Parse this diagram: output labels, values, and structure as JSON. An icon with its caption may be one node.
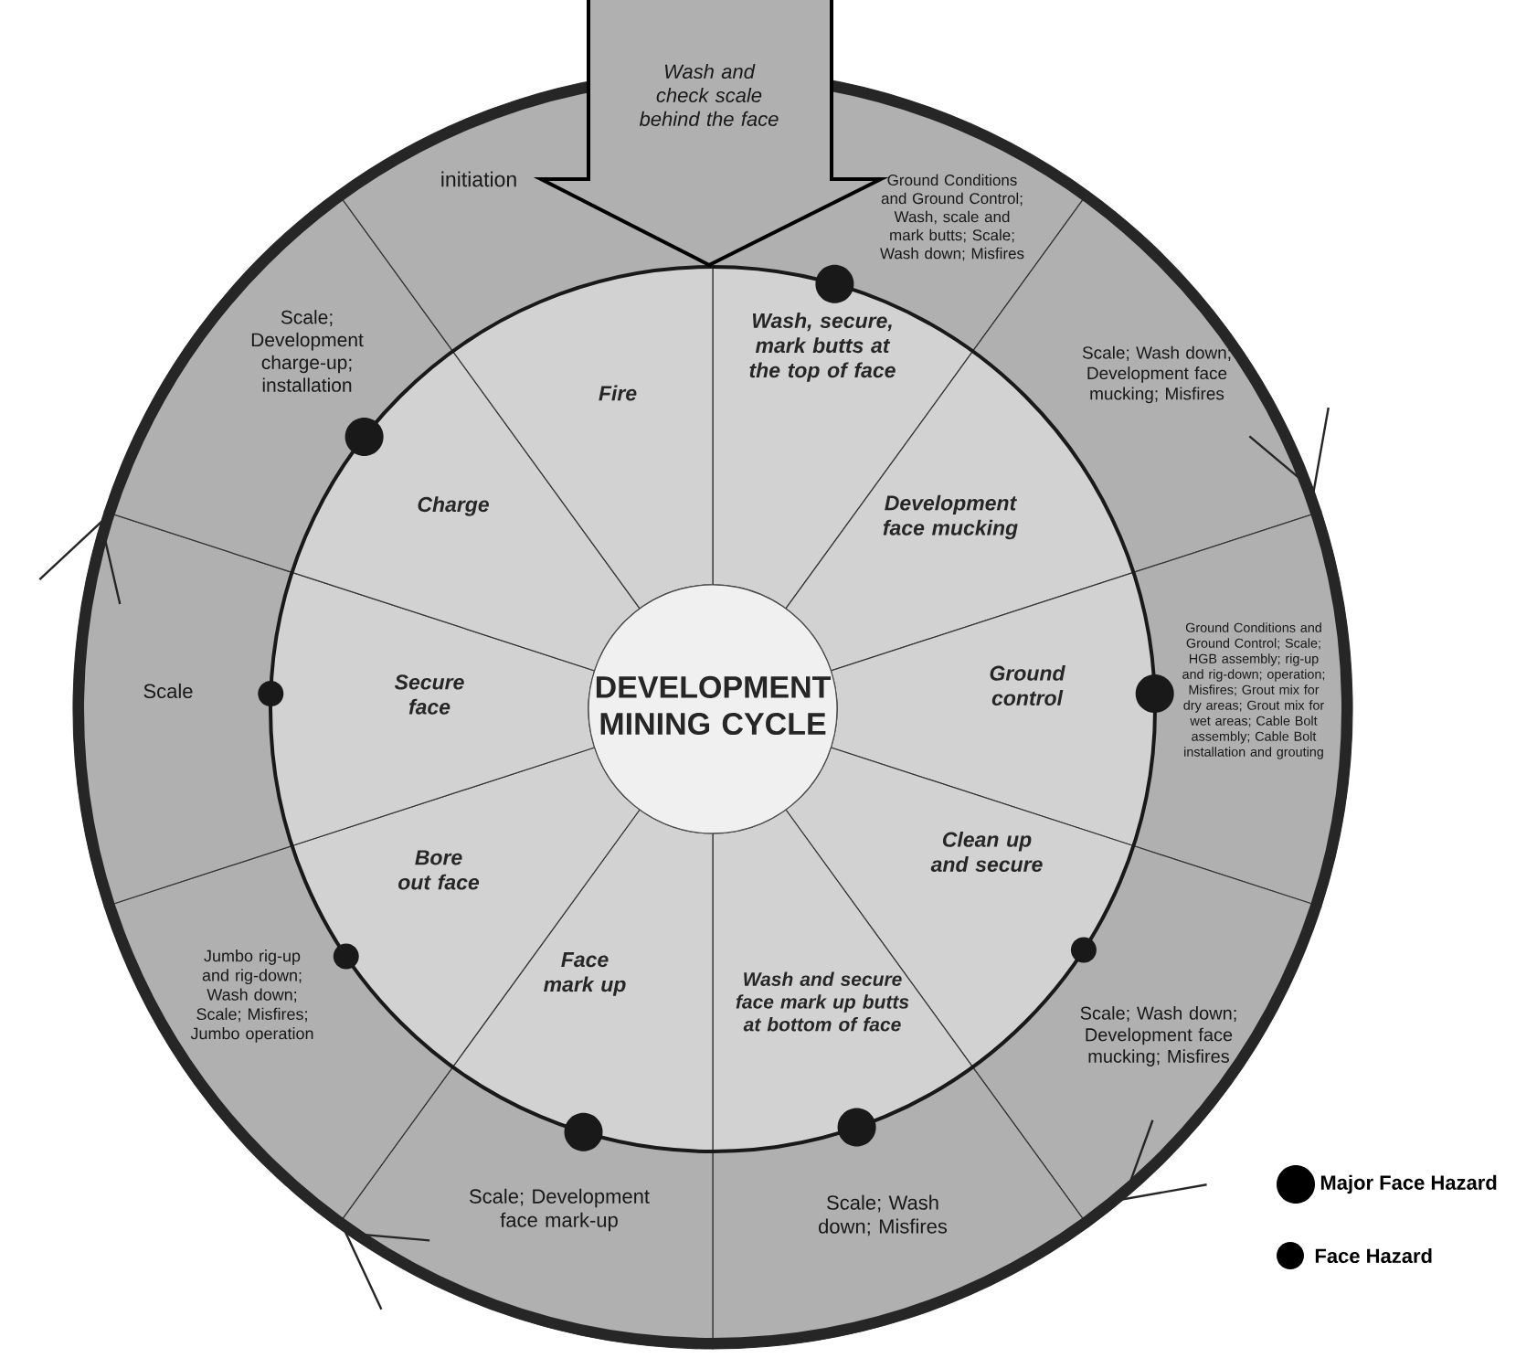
{
  "diagram": {
    "nodes": [
      {
        "text": [
          "DEVELOPMENT MINING CYCLE"
        ]
      },
      {
        "text": [
          "Wash and check scale behind the face"
        ]
      },
      {
        "text": [
          "Wash, secure, mark butts at the top of face"
        ]
      },
      {
        "text": [
          "Development face mucking"
        ]
      },
      {
        "text": [
          "Ground control"
        ]
      },
      {
        "text": [
          "Clean up and secure"
        ]
      },
      {
        "text": [
          "Wash and secure face mark up butts at bottom of face"
        ]
      },
      {
        "text": [
          "Face mark up"
        ]
      },
      {
        "text": [
          "Bore out face"
        ]
      },
      {
        "text": [
          "Secure face"
        ]
      },
      {
        "text": [
          "Charge"
        ]
      },
      {
        "text": [
          "Fire"
        ]
      },
      {
        "text": [
          "Ground Conditions and Ground Control; Wash, scale and mark butts; Scale; Wash down; Misfires"
        ]
      },
      {
        "text": [
          "Scale; Wash down; Development face mucking; Misfires"
        ]
      },
      {
        "text": [
          "Ground Conditions and Ground Control; Scale; HGB assembly; rig-up and rig-down; operation; Misfires; Grout mix for dry areas; Grout mix for wet areas; Cable Bolt assembly; Cable Bolt installation and grouting"
        ]
      },
      {
        "text": [
          "Scale; Wash down; Development face mucking; Misfires"
        ]
      },
      {
        "text": [
          "Scale; Wash down; Misfires"
        ]
      },
      {
        "text": [
          "Scale; Development face mark-up"
        ]
      },
      {
        "text": [
          "Jumbo rig-up and rig-down; Wash down; Scale; Misfires; Jumbo operation"
        ]
      },
      {
        "text": [
          "Scale"
        ]
      },
      {
        "text": [
          "Scale; Development charge-up; installation"
        ]
      },
      {
        "text": [
          "initiation"
        ]
      }
    ],
    "legend": [
      {
        "text": "Major Face Hazard"
      },
      {
        "text": "Face Hazard"
      }
    ]
  }
}
